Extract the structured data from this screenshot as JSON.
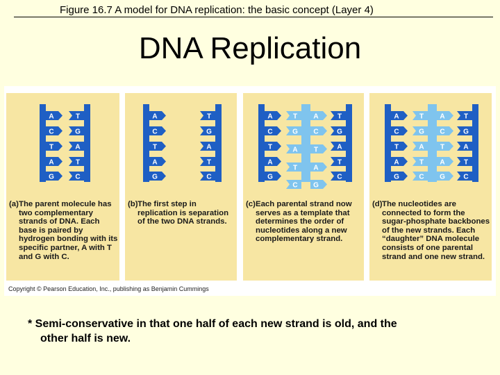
{
  "caption": "Figure 16.7  A model for DNA replication: the basic concept (Layer 4)",
  "title": "DNA Replication",
  "colors": {
    "old_strand": "#1f5fc4",
    "new_strand": "#7fc4ee",
    "panel": "#f7e6a3",
    "background": "#ffffe0"
  },
  "pairs": [
    [
      "A",
      "T"
    ],
    [
      "C",
      "G"
    ],
    [
      "T",
      "A"
    ],
    [
      "A",
      "T"
    ],
    [
      "G",
      "C"
    ]
  ],
  "panels": [
    {
      "label": "(a)",
      "text": "The parent molecule has two complementary strands of DNA. Each base is paired by hydrogen bonding with its specific partner, A with T and G with C."
    },
    {
      "label": "(b)",
      "text": "The first step in replication is separation of the two DNA strands."
    },
    {
      "label": "(c)",
      "text": "Each parental strand now serves as a template that determines the order of nucleotides along a new complementary strand."
    },
    {
      "label": "(d)",
      "text": "The nucleotides are connected to form the sugar-phosphate backbones of the new strands. Each “daughter” DNA molecule consists of one parental strand and one new strand."
    }
  ],
  "copyright": "Copyright © Pearson Education, Inc., publishing as Benjamin Cummings",
  "note": {
    "line1": "* Semi-conservative in that one half of each new strand is old, and the",
    "line2": "other half is new."
  }
}
